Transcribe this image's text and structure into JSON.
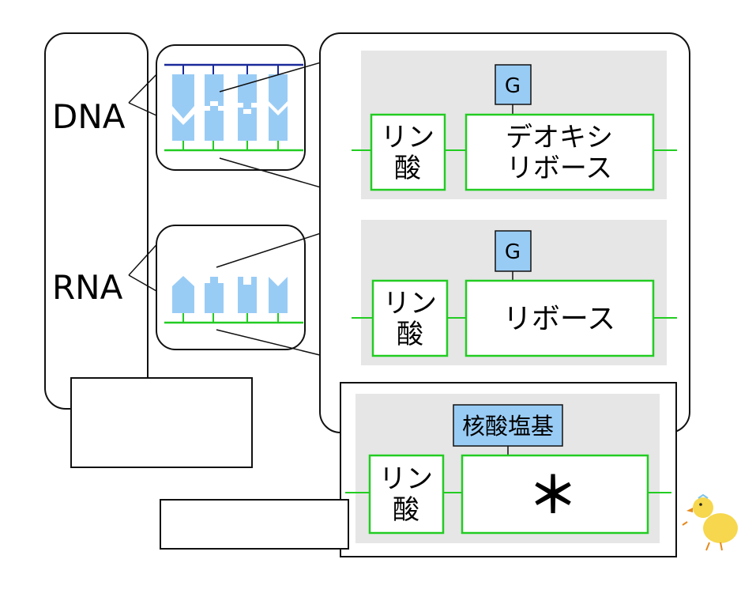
{
  "left_panel": {
    "dna_label": "DNA",
    "rna_label": "RNA",
    "answer_box_text": ""
  },
  "dna_nucleotide": {
    "phosphate_line1": "リン",
    "phosphate_line2": "酸",
    "sugar_line1": "デオキシ",
    "sugar_line2": "リボース",
    "base_label": "G"
  },
  "rna_nucleotide": {
    "phosphate_line1": "リン",
    "phosphate_line2": "酸",
    "sugar_label": "リボース",
    "base_label": "G"
  },
  "generic_nucleotide": {
    "base_label": "核酸塩基",
    "phosphate_line1": "リン",
    "phosphate_line2": "酸",
    "sugar_placeholder": "＊",
    "answer_box_text": ""
  },
  "colors": {
    "green": "#22cc22",
    "blue_fill": "#99ccf5",
    "dark_blue": "#1a2a9a",
    "gray_panel": "#e6e6e6"
  }
}
